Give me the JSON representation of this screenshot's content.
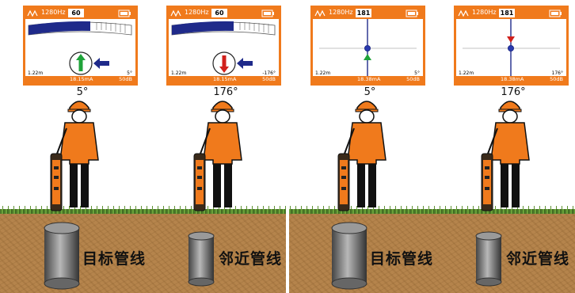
{
  "panels": [
    {
      "screens": [
        {
          "freq": "1280Hz",
          "gain": "60",
          "left_value": "1.22m",
          "right_value": "5°",
          "current": "18.15mA",
          "db": "50dB",
          "mode": "compass",
          "arrow": "up"
        },
        {
          "freq": "1280Hz",
          "gain": "60",
          "left_value": "1.22m",
          "right_value": "-176°",
          "current": "18.15mA",
          "db": "50dB",
          "mode": "compass",
          "arrow": "down"
        }
      ],
      "angles": [
        "5°",
        "176°"
      ],
      "pipe_labels": [
        "目标管线",
        "邻近管线"
      ]
    },
    {
      "screens": [
        {
          "freq": "1280Hz",
          "gain": "181",
          "left_value": "1.22m",
          "right_value": "5°",
          "current": "18.38mA",
          "db": "50dB",
          "mode": "line",
          "arrow": "up"
        },
        {
          "freq": "1280Hz",
          "gain": "181",
          "left_value": "1.22m",
          "right_value": "176°",
          "current": "18.38mA",
          "db": "50dB",
          "mode": "line",
          "arrow": "down"
        }
      ],
      "angles": [
        "5°",
        "176°"
      ],
      "pipe_labels": [
        "目标管线",
        "邻近管线"
      ]
    }
  ],
  "colors": {
    "orange": "#f07a1c",
    "blue": "#1f2a8a",
    "green": "#1fa33a",
    "red": "#d0201c"
  }
}
